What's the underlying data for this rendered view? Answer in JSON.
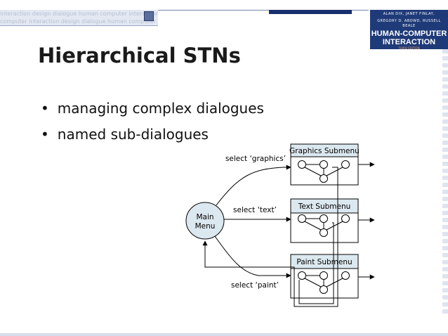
{
  "slide": {
    "title": "Hierarchical STNs",
    "bullets": [
      "managing complex dialogues",
      "named sub-dialogues"
    ]
  },
  "logo": {
    "authors_line1": "ALAN DIX, JANET FINLAY,",
    "authors_line2": "GREGORY D. ABOWD, RUSSELL BEALE",
    "title_line1": "HUMAN-COMPUTER",
    "title_line2": "INTERACTION",
    "edition": "THIRD EDITION"
  },
  "diagram": {
    "main_node": {
      "line1": "Main",
      "line2": "Menu"
    },
    "submenus": [
      {
        "label": "Graphics Submenu"
      },
      {
        "label": "Text Submenu"
      },
      {
        "label": "Paint Submenu"
      }
    ],
    "edge_labels": [
      "select ‘graphics’",
      "select ‘text’",
      "select ‘paint’"
    ]
  },
  "colors": {
    "submenu_header": "#dce8ef",
    "node_fill": "#dce8ef",
    "stroke": "#000000",
    "logo_bg": "#1f3a78"
  }
}
